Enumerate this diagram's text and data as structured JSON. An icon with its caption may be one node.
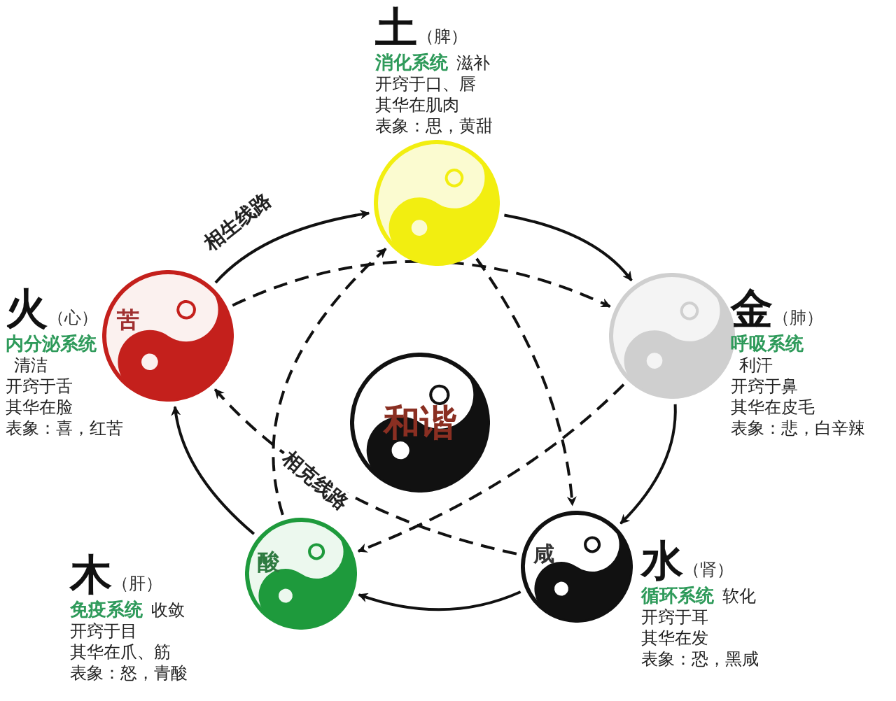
{
  "diagram": {
    "nodes": [
      {
        "text": [],
        "shape": "circle",
        "beside": [
          "土",
          "（脾）",
          "消化系统",
          "滋补",
          "开窍于口、唇",
          "其华在肌肉",
          "表象：思，黄甜"
        ]
      },
      {
        "text": [
          "苦"
        ],
        "beside": [
          "火",
          "（心）",
          "内分泌系统",
          "清洁",
          "开窍于舌",
          "其华在脸",
          "表象：喜，红苦"
        ]
      },
      {
        "text": [],
        "shape": "circle",
        "beside": [
          "金",
          "（肺）",
          "呼吸系统",
          "利汗",
          "开窍于鼻",
          "其华在皮毛",
          "表象：悲，白辛辣"
        ]
      },
      {
        "text": [
          "和谐"
        ]
      },
      {
        "text": [
          "酸"
        ],
        "beside": [
          "木",
          "（肝）",
          "免疫系统",
          "收敛",
          "开窍于目",
          "其华在爪、筋",
          "表象：怒，青酸"
        ]
      },
      {
        "text": [
          "咸"
        ],
        "beside": [
          "水",
          "（肾）",
          "循环系统",
          "软化",
          "开窍于耳",
          "其华在发",
          "表象：恐，黑咸"
        ]
      }
    ],
    "edges": [
      {
        "from": 1,
        "to": 0,
        "arrow": "to",
        "label": "相生线路"
      },
      {
        "from": 0,
        "to": 2,
        "arrow": "to"
      },
      {
        "from": 2,
        "to": 5,
        "arrow": "to"
      },
      {
        "from": 5,
        "to": 4,
        "arrow": "to"
      },
      {
        "from": 4,
        "to": 1,
        "arrow": "to"
      },
      {
        "from": 1,
        "to": 2,
        "arrow": "to",
        "style": "dashed"
      },
      {
        "from": 0,
        "to": 5,
        "arrow": "to",
        "style": "dashed"
      },
      {
        "from": 2,
        "to": 4,
        "arrow": "to",
        "style": "dashed"
      },
      {
        "from": 5,
        "to": 1,
        "arrow": "to",
        "style": "dashed",
        "label": "相克线路"
      },
      {
        "from": 4,
        "to": 0,
        "arrow": "to",
        "style": "dashed"
      }
    ]
  }
}
